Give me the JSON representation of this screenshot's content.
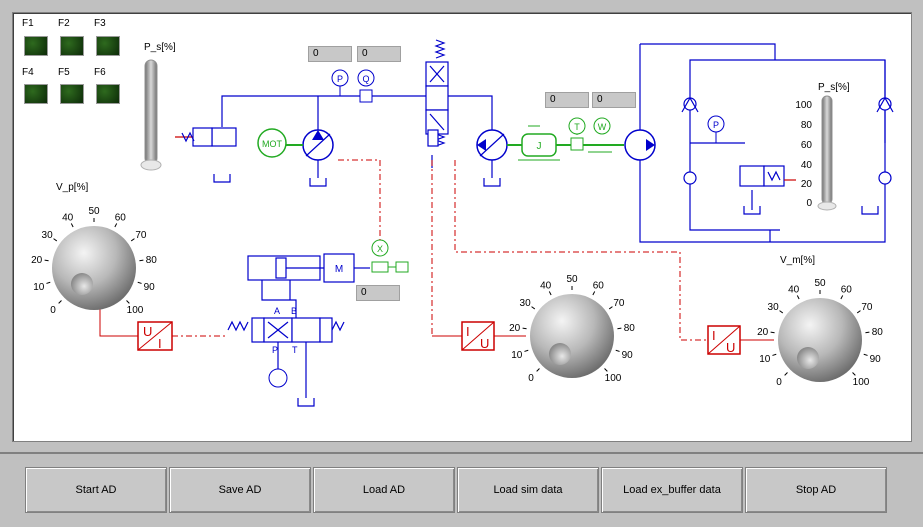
{
  "leds": {
    "labels": [
      "F1",
      "F2",
      "F3",
      "F4",
      "F5",
      "F6"
    ]
  },
  "gauges": {
    "ps_left": {
      "label": "P_s[%]",
      "level": 0.0
    },
    "ps_right": {
      "label": "P_s[%]",
      "ticks": [
        "100",
        "80",
        "60",
        "40",
        "20",
        "0"
      ],
      "level": 0.0
    }
  },
  "readouts": {
    "pump_p": "0",
    "pump_q": "0",
    "motor_t": "0",
    "motor_w": "0",
    "cylinder_x": "0"
  },
  "symbols": {
    "mot": "MOT",
    "m": "M",
    "p": "P",
    "q": "Q",
    "x": "X",
    "t": "T",
    "w": "W",
    "j": "J",
    "ui_u": "U",
    "ui_i": "I",
    "port_a": "A",
    "port_b": "B",
    "port_p": "P",
    "port_t": "T"
  },
  "knobs": {
    "vp": {
      "label": "V_p[%]",
      "ticks": [
        "0",
        "10",
        "20",
        "30",
        "40",
        "50",
        "60",
        "70",
        "80",
        "90",
        "100"
      ]
    },
    "mid": {
      "ticks": [
        "0",
        "10",
        "20",
        "30",
        "40",
        "50",
        "60",
        "70",
        "80",
        "90",
        "100"
      ]
    },
    "vm": {
      "label": "V_m[%]",
      "ticks": [
        "0",
        "10",
        "20",
        "30",
        "40",
        "50",
        "60",
        "70",
        "80",
        "90",
        "100"
      ]
    }
  },
  "buttons": {
    "start_ad": "Start AD",
    "save_ad": "Save AD",
    "load_ad": "Load AD",
    "load_sim": "Load sim data",
    "load_ex": "Load ex_buffer data",
    "stop_ad": "Stop AD"
  },
  "colors": {
    "hydraulic": "#0000cc",
    "mechanical": "#22aa22",
    "signal": "#cc0000"
  }
}
